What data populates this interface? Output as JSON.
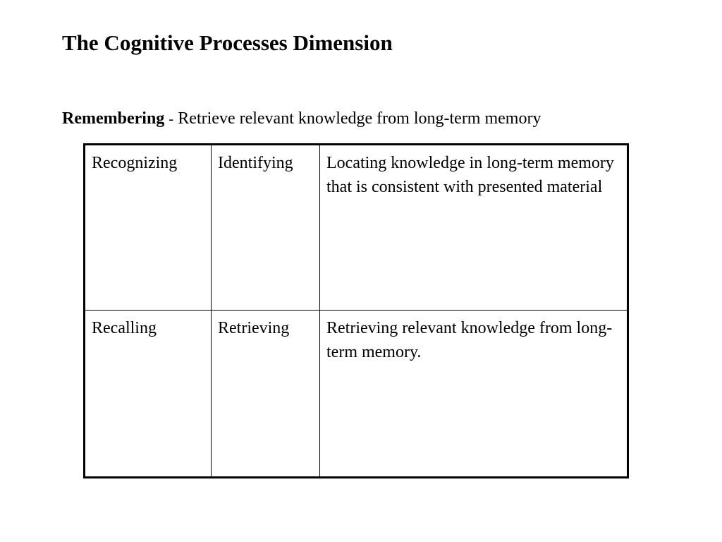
{
  "slide": {
    "title": "The Cognitive Processes Dimension",
    "category": {
      "term": "Remembering",
      "separator": "-",
      "definition": "Retrieve relevant knowledge from long-term memory"
    },
    "table": {
      "rows": [
        {
          "process": "Recognizing",
          "alternative": "Identifying",
          "description": "Locating knowledge in long-term memory that is consistent with presented material"
        },
        {
          "process": "Recalling",
          "alternative": "Retrieving",
          "description": "Retrieving relevant knowledge from long-term memory."
        }
      ]
    }
  }
}
